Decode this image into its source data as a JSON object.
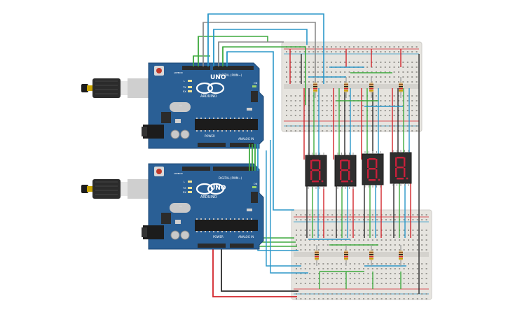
{
  "boards": [
    {
      "brand": "ARDUINO",
      "model": "UNO",
      "digital_header": "DIGITAL (PWM~)",
      "analog_header": "ANALOG IN",
      "power_header": "POWER",
      "aref_label": "AREF",
      "gnd_label": "GND",
      "l_label": "L",
      "tx_label": "TX",
      "rx_label": "RX",
      "on_label": "ON"
    },
    {
      "brand": "ARDUINO",
      "model": "UNO",
      "digital_header": "DIGITAL (PWM~)",
      "analog_header": "ANALOG IN",
      "power_header": "POWER",
      "aref_label": "AREF",
      "gnd_label": "GND",
      "l_label": "L",
      "tx_label": "TX",
      "rx_label": "RX",
      "on_label": "ON"
    }
  ],
  "displays": [
    {
      "digit": "8"
    },
    {
      "digit": "8"
    },
    {
      "digit": "8"
    },
    {
      "digit": "8"
    }
  ],
  "colors": {
    "board": "#2a5f95",
    "breadboard": "#e8e6e1",
    "wire_red": "#d3252b",
    "wire_black": "#2b2b2b",
    "wire_green": "#3faa3f",
    "wire_blue": "#2b97c9",
    "wire_gray": "#8c8c8c",
    "segment": "#c8203a"
  }
}
